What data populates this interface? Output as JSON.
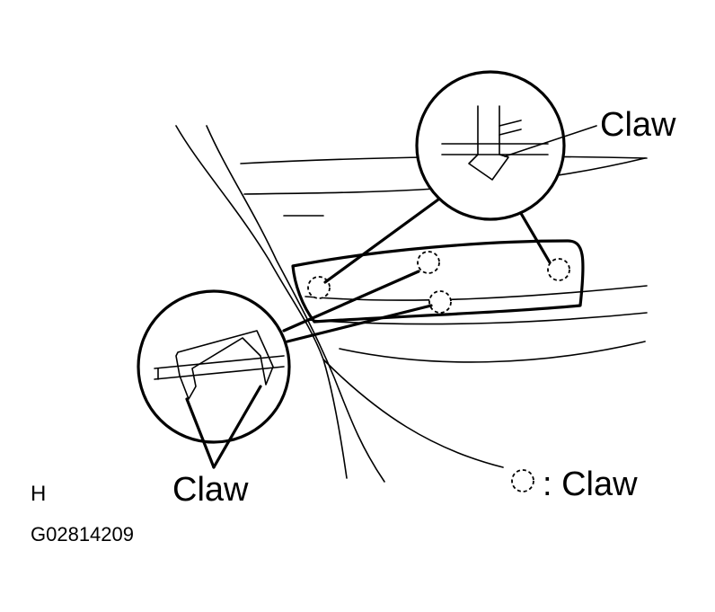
{
  "labels": {
    "claw_top": "Claw",
    "claw_bottom": "Claw",
    "legend_symbol_text": ": Claw",
    "view_letter": "H",
    "figure_code": "G02814209"
  },
  "colors": {
    "ink": "#000000",
    "paper": "#ffffff"
  }
}
